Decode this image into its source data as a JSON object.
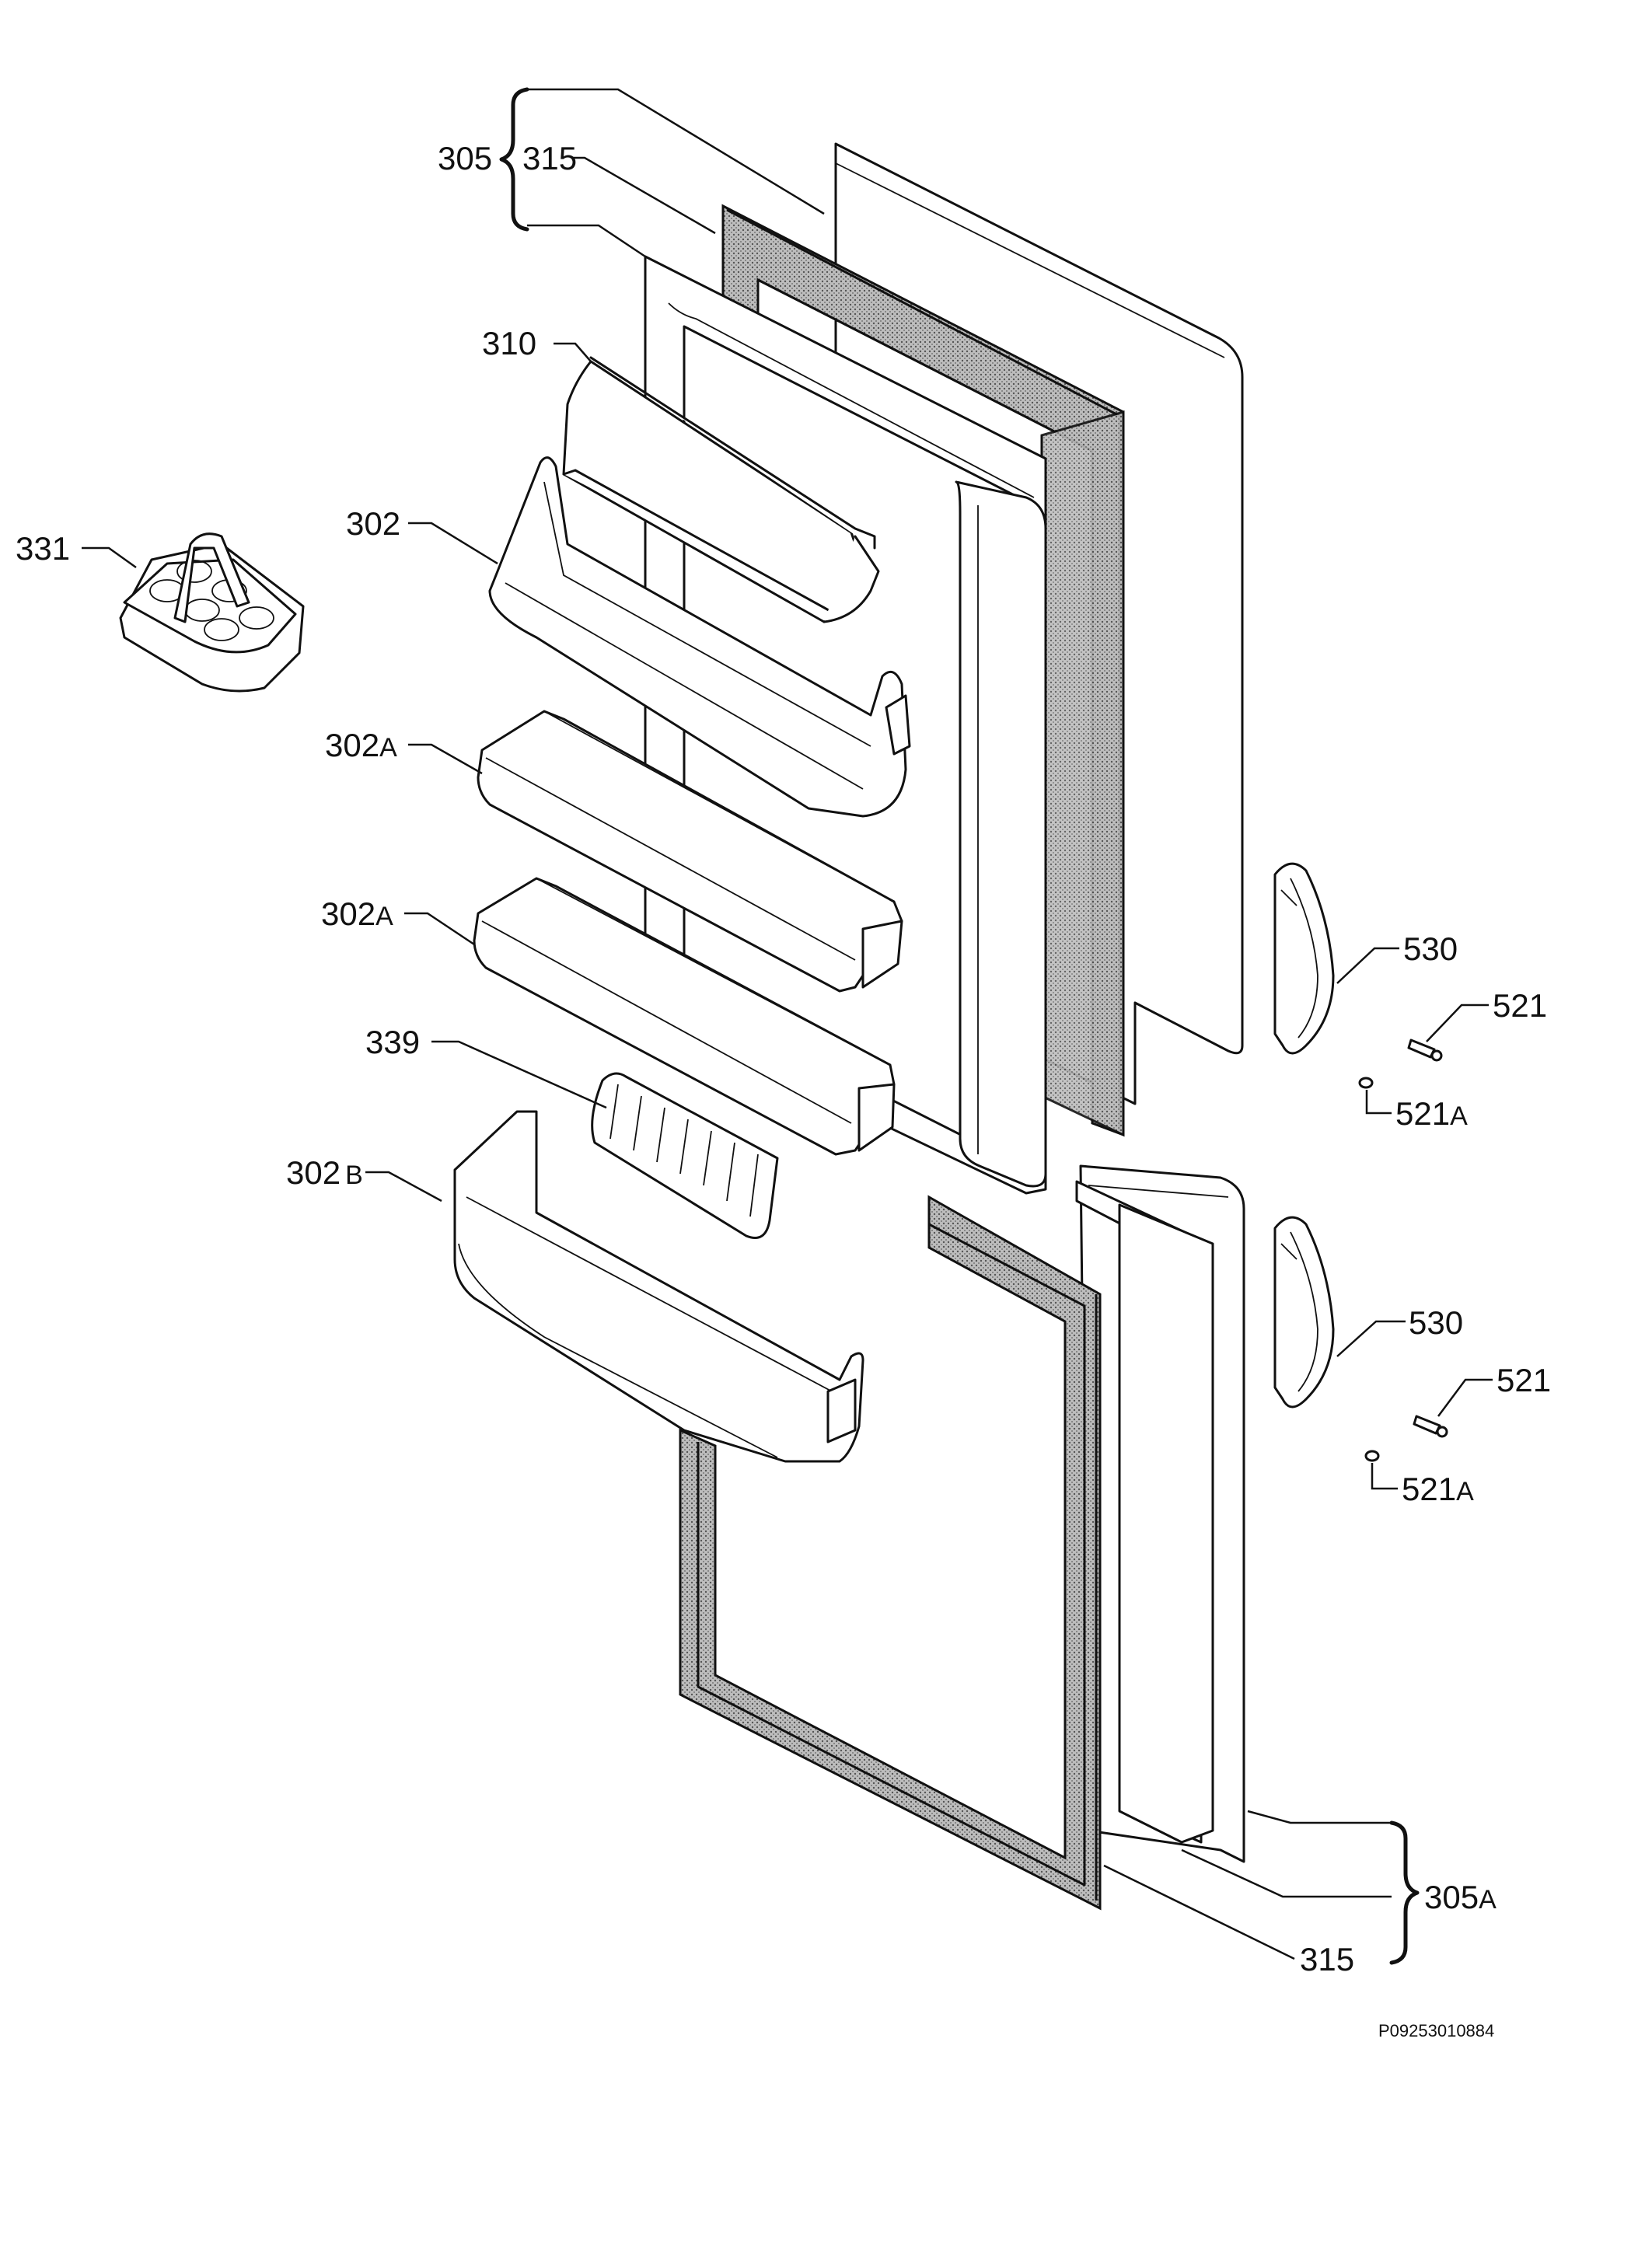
{
  "labels": {
    "p305": "305",
    "p315_top": "315",
    "p310": "310",
    "p331": "331",
    "p302": "302",
    "p302a_1_num": "302",
    "p302a_1_suf": "A",
    "p302a_2_num": "302",
    "p302a_2_suf": "A",
    "p339": "339",
    "p302b_num": "302",
    "p302b_suf": "B",
    "p530_top": "530",
    "p521_top": "521",
    "p521a_top_num": "521",
    "p521a_top_suf": "A",
    "p530_bot": "530",
    "p521_bot": "521",
    "p521a_bot_num": "521",
    "p521a_bot_suf": "A",
    "p305a_num": "305",
    "p305a_suf": "A",
    "p315_bot": "315"
  },
  "reference_code": "P09253010884"
}
